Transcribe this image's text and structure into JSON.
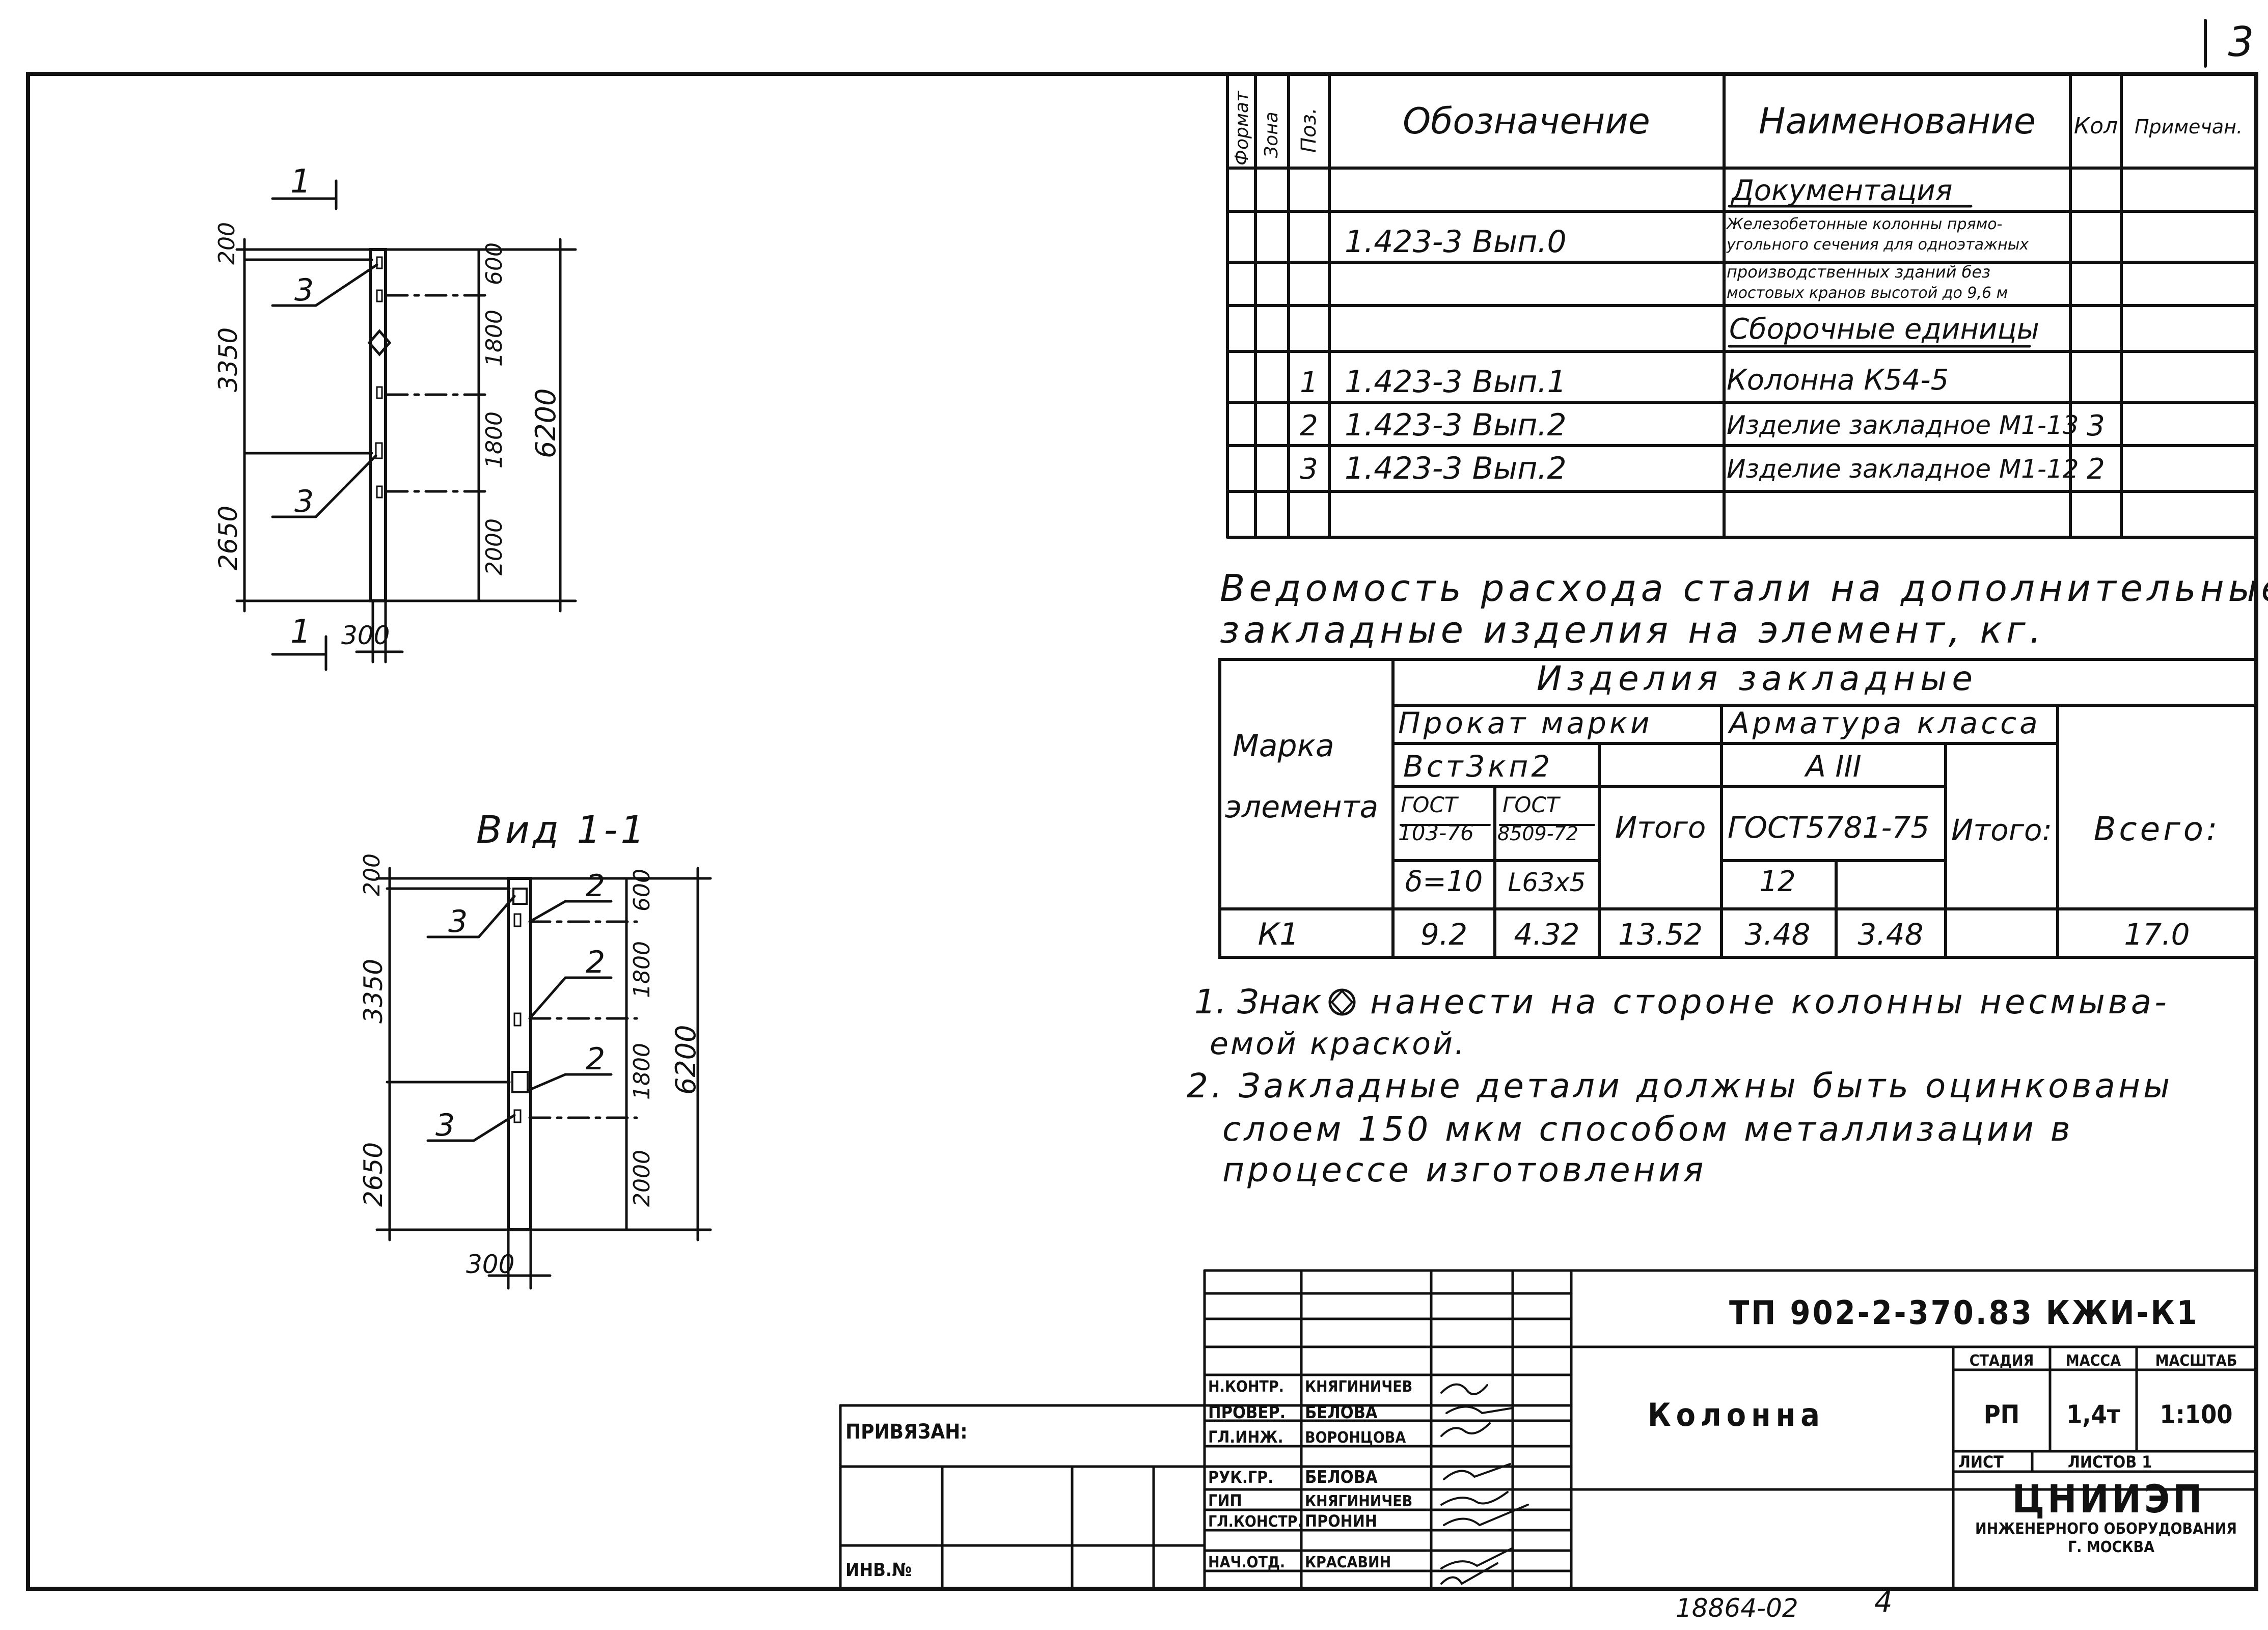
{
  "page_number": "3",
  "spec": {
    "headers": {
      "format": "Формат",
      "zone": "Зона",
      "pos": "Поз.",
      "designation": "Обозначение",
      "name": "Наименование",
      "qty": "Кол",
      "note": "Примечан."
    },
    "section_docs": "Документация",
    "doc_row": {
      "designation": "1.423-3 Вып.0",
      "name_lines": [
        "Железобетонные колонны прямо-",
        "угольного сечения для одноэтажных",
        "производственных зданий без",
        "мостовых кранов высотой до 9,6 м"
      ]
    },
    "section_assemblies": "Сборочные единицы",
    "rows": [
      {
        "pos": "1",
        "designation": "1.423-3 Вып.1",
        "name": "Колонна К54-5",
        "qty": ""
      },
      {
        "pos": "2",
        "designation": "1.423-3 Вып.2",
        "name": "Изделие закладное М1-13",
        "qty": "3"
      },
      {
        "pos": "3",
        "designation": "1.423-3 Вып.2",
        "name": "Изделие закладное М1-12",
        "qty": "2"
      }
    ]
  },
  "steel": {
    "title_line1": "Ведомость расхода стали на дополнительные",
    "title_line2": "закладные изделия на элемент, кг.",
    "h_items": "Изделия закладные",
    "h_mark_1": "Марка",
    "h_mark_2": "элемента",
    "h_rolled": "Прокат марки",
    "h_rebar": "Арматура класса",
    "h_grade": "Вст3кп2",
    "h_class": "А III",
    "h_gost1_a": "ГОСТ",
    "h_gost1_b": "103-76",
    "h_gost2_a": "ГОСТ",
    "h_gost2_b": "8509-72",
    "h_total": "Итого",
    "h_gost3": "ГОСТ5781-75",
    "h_total2": "Итого:",
    "h_all": "Всего:",
    "h_thk": "δ=10",
    "h_angle": "L63x5",
    "h_dia": "12",
    "row": {
      "mark": "К1",
      "v1": "9.2",
      "v2": "4.32",
      "total": "13.52",
      "rebar": "3.48",
      "rebar_total": "3.48",
      "all": "17.0"
    }
  },
  "notes": {
    "n1_a": "1. Знак",
    "n1_b": "нанести на стороне колонны несмыва-",
    "n1_c": "емой краской.",
    "n2_a": "2. Закладные детали должны быть оцинкованы",
    "n2_b": "слоем 150 мкм способом металлизации в",
    "n2_c": "процессе изготовления"
  },
  "drawing1": {
    "section_mark_top": "1",
    "section_mark_bottom": "1",
    "dims_left": [
      "200",
      "3350",
      "2650"
    ],
    "dims_right": [
      "600",
      "1800",
      "1800",
      "2000"
    ],
    "overall": "6200",
    "width": "300",
    "callouts": [
      "3",
      "3"
    ]
  },
  "drawing2": {
    "title": "Вид 1-1",
    "dims_left": [
      "200",
      "3350",
      "2650"
    ],
    "dims_right": [
      "600",
      "1800",
      "1800",
      "2000"
    ],
    "overall": "6200",
    "width": "300",
    "callouts": [
      "3",
      "2",
      "2",
      "2",
      "3"
    ]
  },
  "binding": {
    "label": "ПРИВЯЗАН:",
    "inv": "ИНВ.№"
  },
  "title_block": {
    "code": "ТП 902-2-370.83 КЖИ-К1",
    "name": "Колонна",
    "stage_h": "СТАДИЯ",
    "mass_h": "МАССА",
    "scale_h": "МАСШТАБ",
    "stage": "РП",
    "mass": "1,4т",
    "scale": "1:100",
    "sheet": "ЛИСТ",
    "sheets": "ЛИСТОВ 1",
    "org": "ЦНИИЭП",
    "org_sub": "ИНЖЕНЕРНОГО ОБОРУДОВАНИЯ",
    "city": "Г. МОСКВА",
    "signers": [
      {
        "role": "Н.КОНТР.",
        "name": "КНЯГИНИЧЕВ"
      },
      {
        "role": "ПРОВЕР.",
        "name": "БЕЛОВА"
      },
      {
        "role": "ГЛ.ИНЖ.",
        "name": "ВОРОНЦОВА"
      },
      {
        "role": "РУК.ГР.",
        "name": "БЕЛОВА"
      },
      {
        "role": "ГИП",
        "name": "КНЯГИНИЧЕВ"
      },
      {
        "role": "ГЛ.КОНСТР.",
        "name": "ПРОНИН"
      },
      {
        "role": "НАЧ.ОТД.",
        "name": "КРАСАВИН"
      }
    ]
  },
  "archive_no": "18864-02",
  "archive_sheet": "4"
}
